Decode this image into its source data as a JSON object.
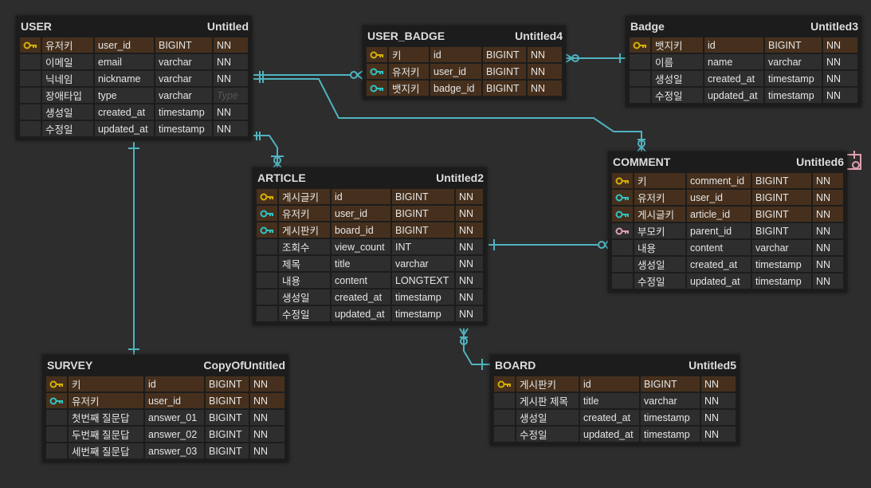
{
  "colors": {
    "pk": "#d4b000",
    "fk": "#2ec4c4",
    "ref": "#e0a0b0",
    "line": "#4fb3bf",
    "key_row": "#46301d"
  },
  "tables": [
    {
      "id": "user",
      "name": "USER",
      "alias": "Untitled",
      "rows": [
        {
          "key": "pk",
          "label": "유저키",
          "column": "user_id",
          "type": "BIGINT",
          "nn": "NN"
        },
        {
          "key": "",
          "label": "이메일",
          "column": "email",
          "type": "varchar",
          "nn": "NN"
        },
        {
          "key": "",
          "label": "닉네임",
          "column": "nickname",
          "type": "varchar",
          "nn": "NN"
        },
        {
          "key": "",
          "label": "장애타입",
          "column": "type",
          "type": "varchar",
          "nn": "",
          "nn_placeholder": "Type"
        },
        {
          "key": "",
          "label": "생성일",
          "column": "created_at",
          "type": "timestamp",
          "nn": "NN"
        },
        {
          "key": "",
          "label": "수정일",
          "column": "updated_at",
          "type": "timestamp",
          "nn": "NN"
        }
      ]
    },
    {
      "id": "user_badge",
      "name": "USER_BADGE",
      "alias": "Untitled4",
      "rows": [
        {
          "key": "pk",
          "label": "키",
          "column": "id",
          "type": "BIGINT",
          "nn": "NN"
        },
        {
          "key": "fk",
          "label": "유저키",
          "column": "user_id",
          "type": "BIGINT",
          "nn": "NN"
        },
        {
          "key": "fk",
          "label": "뱃지키",
          "column": "badge_id",
          "type": "BIGINT",
          "nn": "NN"
        }
      ]
    },
    {
      "id": "badge",
      "name": "Badge",
      "alias": "Untitled3",
      "rows": [
        {
          "key": "pk",
          "label": "뱃지키",
          "column": "id",
          "type": "BIGINT",
          "nn": "NN"
        },
        {
          "key": "",
          "label": "이름",
          "column": "name",
          "type": "varchar",
          "nn": "NN"
        },
        {
          "key": "",
          "label": "생성일",
          "column": "created_at",
          "type": "timestamp",
          "nn": "NN"
        },
        {
          "key": "",
          "label": "수정일",
          "column": "updated_at",
          "type": "timestamp",
          "nn": "NN"
        }
      ]
    },
    {
      "id": "article",
      "name": "ARTICLE",
      "alias": "Untitled2",
      "rows": [
        {
          "key": "pk",
          "label": "게시글키",
          "column": "id",
          "type": "BIGINT",
          "nn": "NN"
        },
        {
          "key": "fk",
          "label": "유저키",
          "column": "user_id",
          "type": "BIGINT",
          "nn": "NN"
        },
        {
          "key": "fk",
          "label": "게시판키",
          "column": "board_id",
          "type": "BIGINT",
          "nn": "NN"
        },
        {
          "key": "",
          "label": "조회수",
          "column": "view_count",
          "type": "INT",
          "nn": "NN"
        },
        {
          "key": "",
          "label": "제목",
          "column": "title",
          "type": "varchar",
          "nn": "NN"
        },
        {
          "key": "",
          "label": "내용",
          "column": "content",
          "type": "LONGTEXT",
          "nn": "NN"
        },
        {
          "key": "",
          "label": "생성일",
          "column": "created_at",
          "type": "timestamp",
          "nn": "NN"
        },
        {
          "key": "",
          "label": "수정일",
          "column": "updated_at",
          "type": "timestamp",
          "nn": "NN"
        }
      ]
    },
    {
      "id": "comment",
      "name": "COMMENT",
      "alias": "Untitled6",
      "rows": [
        {
          "key": "pk",
          "label": "키",
          "column": "comment_id",
          "type": "BIGINT",
          "nn": "NN"
        },
        {
          "key": "fk",
          "label": "유저키",
          "column": "user_id",
          "type": "BIGINT",
          "nn": "NN"
        },
        {
          "key": "fk",
          "label": "게시글키",
          "column": "article_id",
          "type": "BIGINT",
          "nn": "NN"
        },
        {
          "key": "ref",
          "label": "부모키",
          "column": "parent_id",
          "type": "BIGINT",
          "nn": "NN"
        },
        {
          "key": "",
          "label": "내용",
          "column": "content",
          "type": "varchar",
          "nn": "NN"
        },
        {
          "key": "",
          "label": "생성일",
          "column": "created_at",
          "type": "timestamp",
          "nn": "NN"
        },
        {
          "key": "",
          "label": "수정일",
          "column": "updated_at",
          "type": "timestamp",
          "nn": "NN"
        }
      ]
    },
    {
      "id": "survey",
      "name": "SURVEY",
      "alias": "CopyOfUntitled",
      "rows": [
        {
          "key": "pk",
          "label": "키",
          "column": "id",
          "type": "BIGINT",
          "nn": "NN"
        },
        {
          "key": "fk",
          "label": "유저키",
          "column": "user_id",
          "type": "BIGINT",
          "nn": "NN"
        },
        {
          "key": "",
          "label": "첫번째 질문답",
          "column": "answer_01",
          "type": "BIGINT",
          "nn": "NN"
        },
        {
          "key": "",
          "label": "두번째 질문답",
          "column": "answer_02",
          "type": "BIGINT",
          "nn": "NN"
        },
        {
          "key": "",
          "label": "세번째 질문답",
          "column": "answer_03",
          "type": "BIGINT",
          "nn": "NN"
        }
      ]
    },
    {
      "id": "board",
      "name": "BOARD",
      "alias": "Untitled5",
      "rows": [
        {
          "key": "pk",
          "label": "게시판키",
          "column": "id",
          "type": "BIGINT",
          "nn": "NN"
        },
        {
          "key": "",
          "label": "게시판 제목",
          "column": "title",
          "type": "varchar",
          "nn": "NN"
        },
        {
          "key": "",
          "label": "생성일",
          "column": "created_at",
          "type": "timestamp",
          "nn": "NN"
        },
        {
          "key": "",
          "label": "수정일",
          "column": "updated_at",
          "type": "timestamp",
          "nn": "NN"
        }
      ]
    }
  ]
}
